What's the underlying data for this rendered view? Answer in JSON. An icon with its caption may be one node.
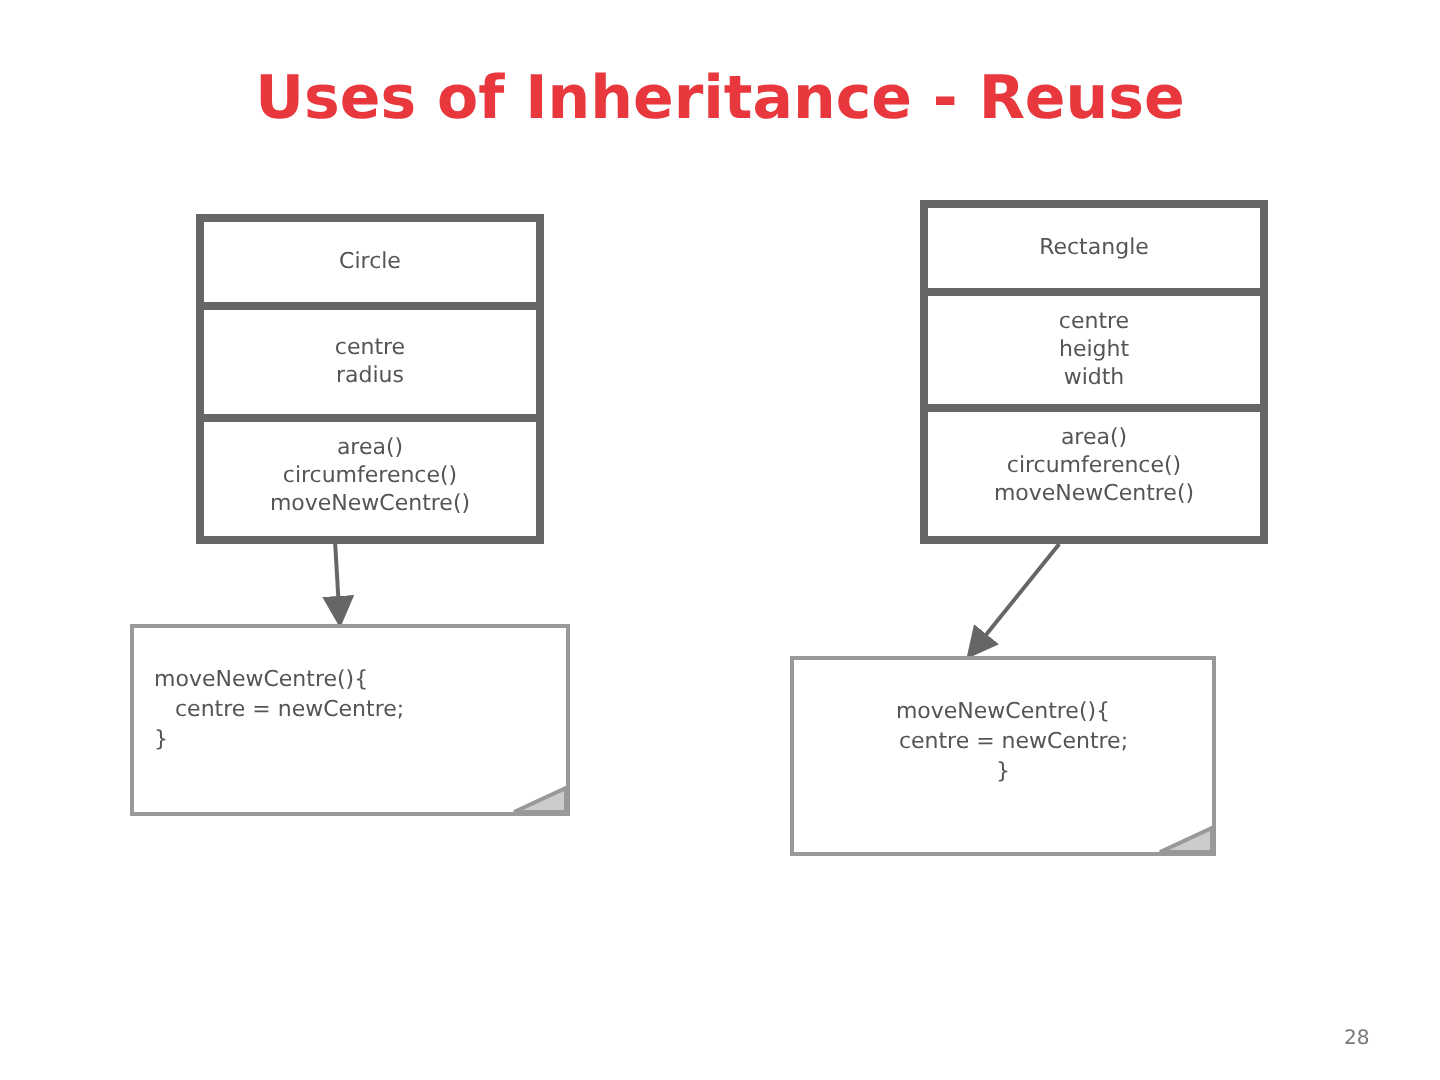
{
  "diagram": {
    "title": "Uses of Inheritance - Reuse",
    "nodes": [
      {
        "text": [
          "Circle",
          "centre radius",
          "area() circumference() moveNewCentre()"
        ]
      },
      {
        "text": [
          "Rectangle",
          "centre height width",
          "area() circumference() moveNewCentre()"
        ]
      },
      {
        "text": [
          "moveNewCentre(){ centre = newCentre; }"
        ]
      },
      {
        "text": [
          "moveNewCentre(){ centre = newCentre; }"
        ]
      }
    ],
    "edges": [
      {
        "from": 0,
        "to": 2,
        "arrow": "to"
      },
      {
        "from": 1,
        "to": 3,
        "arrow": "to"
      }
    ],
    "labels": [
      "28"
    ]
  }
}
